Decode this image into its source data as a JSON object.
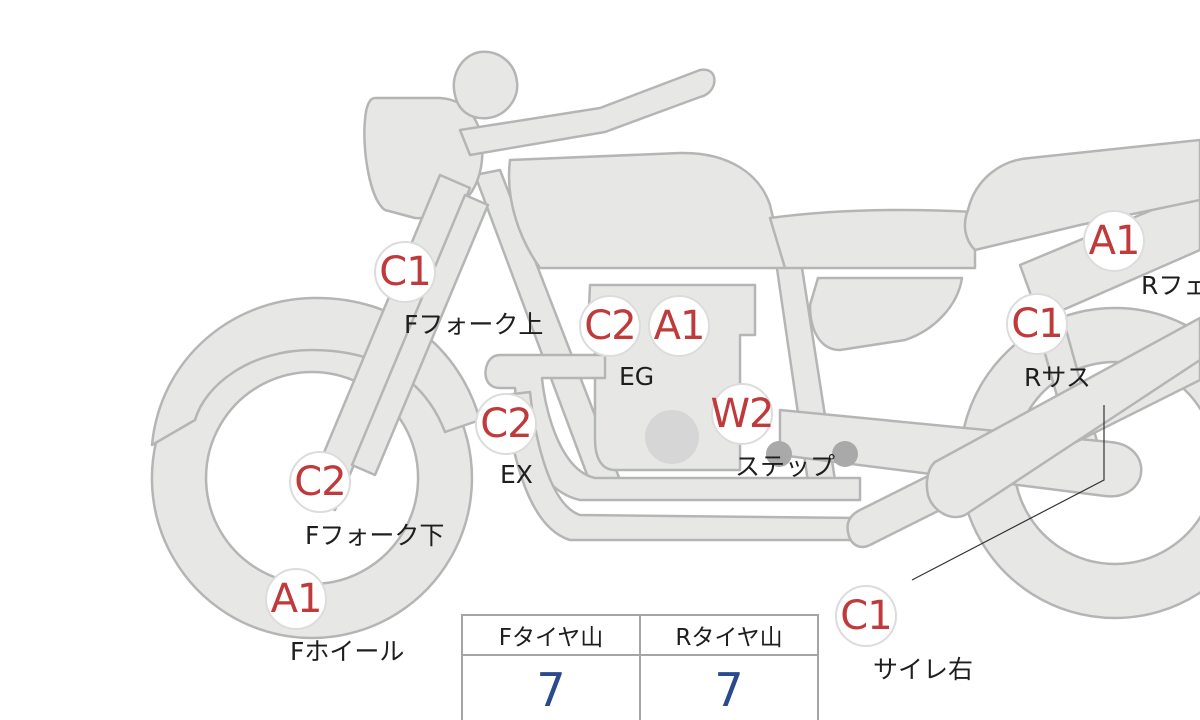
{
  "colors": {
    "body_fill": "#e7e8e6",
    "outline": "#b4b6b5",
    "grade_text": "#c0393b",
    "tread_value": "#2a4a8e"
  },
  "markers": [
    {
      "id": "front-fork-top",
      "grade": "C1",
      "label": "Fフォーク上"
    },
    {
      "id": "engine-c2",
      "grade": "C2",
      "label": ""
    },
    {
      "id": "engine-a1",
      "grade": "A1",
      "label": "EG"
    },
    {
      "id": "exhaust",
      "grade": "C2",
      "label": "EX"
    },
    {
      "id": "step",
      "grade": "W2",
      "label": "ステップ"
    },
    {
      "id": "front-fork-bottom",
      "grade": "C2",
      "label": "Fフォーク下"
    },
    {
      "id": "front-wheel",
      "grade": "A1",
      "label": "Fホイール"
    },
    {
      "id": "rear-fender",
      "grade": "A1",
      "label": "Rフェ"
    },
    {
      "id": "rear-suspension",
      "grade": "C1",
      "label": "Rサス"
    },
    {
      "id": "muffler-right",
      "grade": "C1",
      "label": "サイレ右"
    }
  ],
  "tire_table": {
    "front_header": "Fタイヤ山",
    "rear_header": "Rタイヤ山",
    "front_value": "7",
    "rear_value": "7"
  }
}
